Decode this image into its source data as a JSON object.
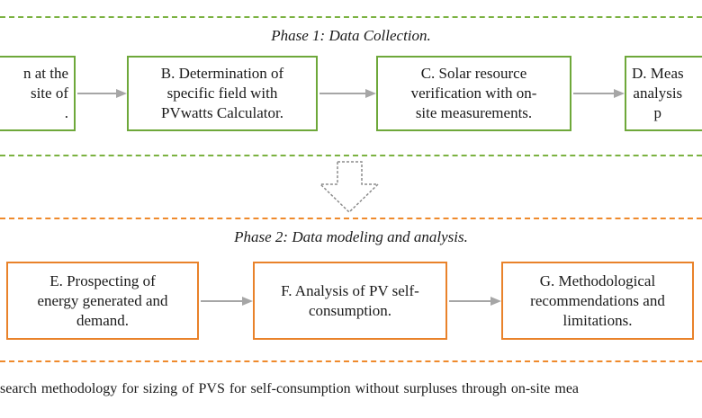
{
  "phase1": {
    "title": "Phase 1: Data Collection.",
    "boxes": [
      {
        "id": "A",
        "text": "n at the\nsite of\n."
      },
      {
        "id": "B",
        "text": "B. Determination of\nspecific field with\nPVwatts Calculator."
      },
      {
        "id": "C",
        "text": "C. Solar resource\nverification with on-\nsite measurements."
      },
      {
        "id": "D",
        "text": "D. Meas\nanalysis\np"
      }
    ]
  },
  "phase2": {
    "title": "Phase 2: Data modeling and analysis.",
    "boxes": [
      {
        "id": "E",
        "text": "E. Prospecting of\nenergy generated and\ndemand."
      },
      {
        "id": "F",
        "text": "F. Analysis  of PV self-\nconsumption."
      },
      {
        "id": "G",
        "text": "G. Methodological\nrecommendations and\nlimitations."
      }
    ]
  },
  "colors": {
    "phase1_accent": "#6ea83a",
    "phase2_accent": "#e9822a",
    "arrow": "#a6a6a6"
  },
  "caption": "search methodology for sizing of PVS for self-consumption without surpluses through on-site mea"
}
